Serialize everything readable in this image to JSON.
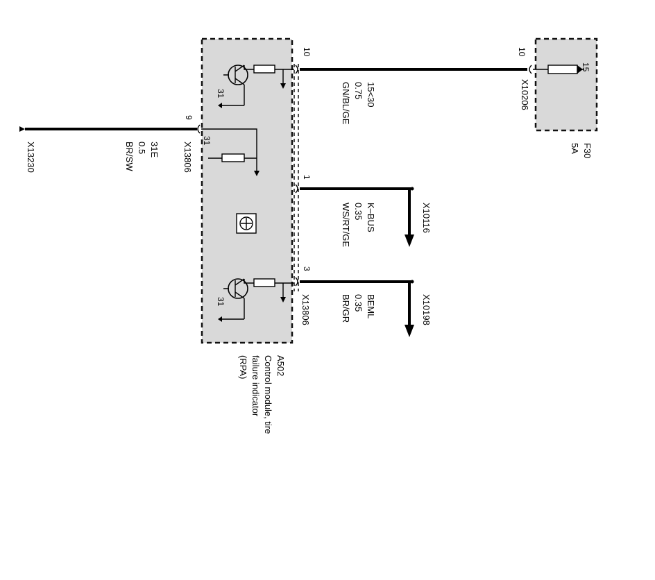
{
  "module": {
    "id": "A502",
    "desc_line1": "Control module, tire",
    "desc_line2": "failure indicator",
    "desc_line3": "(RPA)",
    "connector": "X13806",
    "ground_31a": "31",
    "ground_31b": "31",
    "ground_31c": "31"
  },
  "fuse": {
    "id": "F30",
    "rating": "5A",
    "pin": "15",
    "connector": "X10206",
    "connector_pin": "10"
  },
  "wires": {
    "power": {
      "pin": "10",
      "signal": "15<30",
      "size": "0.75",
      "color": "GN/BL/GE"
    },
    "ground": {
      "pin": "9",
      "signal": "31E",
      "size": "0.5",
      "color": "BR/SW",
      "connector_left": "X13230"
    },
    "kbus": {
      "pin": "1",
      "signal": "K–BUS",
      "size": "0.35",
      "color": "WS/RT/GE",
      "dest": "X10116"
    },
    "beml": {
      "pin": "3",
      "signal": "BEML",
      "size": "0.35",
      "color": "BR/GR",
      "dest": "X10198",
      "connector": "X13806"
    }
  }
}
